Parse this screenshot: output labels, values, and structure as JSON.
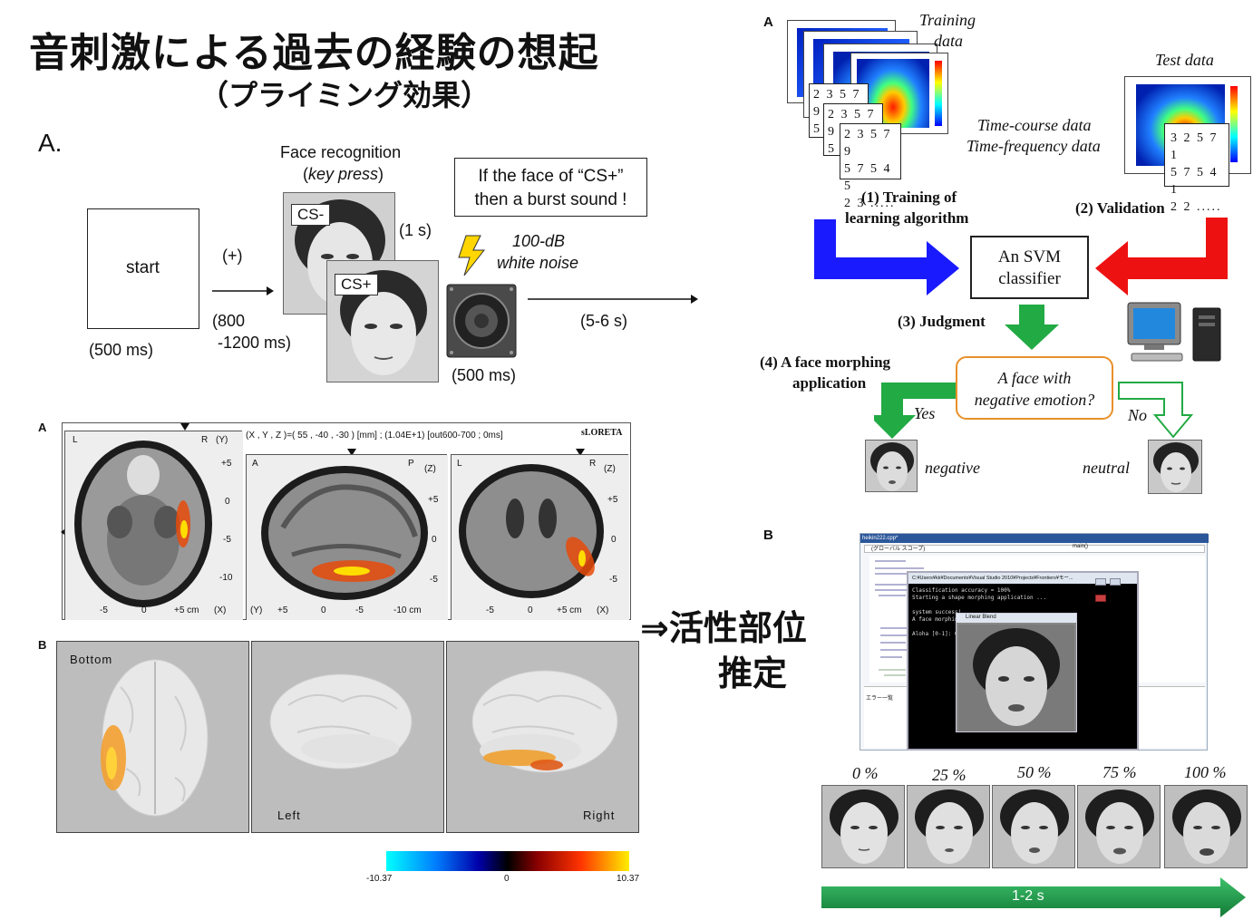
{
  "title": {
    "main": "音刺激による過去の経験の想起",
    "sub": "（プライミング効果）"
  },
  "protocol": {
    "panel_label": "A.",
    "start_label": "start",
    "start_duration": "(500 ms)",
    "fixation": "(+)",
    "interval_a": "(800",
    "interval_b": "-1200 ms)",
    "face_recognition": "Face recognition",
    "key_press_a": "(",
    "key_press_b": "key press",
    "key_press_c": ")",
    "cs_minus": "CS-",
    "cs_plus": "CS+",
    "face_duration": "(1 s)",
    "burst_line1": "If the face of “CS+”",
    "burst_line2": "then a burst sound !",
    "sound_line1": "100-dB",
    "sound_line2": "white noise",
    "sound_duration": "(500 ms)",
    "iti": "(5-6 s)"
  },
  "eeg": {
    "label_a": "A",
    "label_b": "B",
    "header": "(X , Y , Z )=( 55 , -40 , -30 ) [mm] ; (1.04E+1) [out600-700 ; 0ms]",
    "software": "sLORETA",
    "axial": {
      "l": "L",
      "r": "R",
      "axis": "(Y)",
      "ticks": [
        "+5",
        "0",
        "-5",
        "-10"
      ],
      "xticks": [
        "-5",
        "0",
        "+5 cm",
        "(X)"
      ]
    },
    "sagittal": {
      "a": "A",
      "p": "P",
      "axis": "(Z)",
      "ticks": [
        "+5",
        "0",
        "-5"
      ],
      "xticks": [
        "(Y)",
        "+5",
        "0",
        "-5",
        "-10 cm"
      ]
    },
    "coronal": {
      "l": "L",
      "r": "R",
      "axis": "(Z)",
      "ticks": [
        "+5",
        "0",
        "-5"
      ],
      "xticks": [
        "-5",
        "0",
        "+5 cm",
        "(X)"
      ]
    },
    "views": [
      "Bottom",
      "Left",
      "Right"
    ],
    "colorbar": {
      "min": "-10.37",
      "mid": "0",
      "max": "10.37"
    }
  },
  "arrow_text": {
    "line1": "⇒活性部位",
    "line2": "推定"
  },
  "svm": {
    "label_a": "A",
    "label_b": "B",
    "training_data_1": "Training",
    "training_data_2": "data",
    "test_data": "Test data",
    "training_digits": [
      "2 3 5 7 9",
      "5",
      "2 3 5 7 9",
      "5",
      "2 3 5 7 9",
      "5 7 5 4 5",
      "2 3 ....."
    ],
    "test_digits": [
      "3 2 5 7 1",
      "5 7 5 4 1",
      "2 2 ....."
    ],
    "time_course": "Time-course data",
    "time_frequency": "Time-frequency data",
    "step1_line1": "(1) Training of",
    "step1_line2": "learning algorithm",
    "step2": "(2) Validation",
    "classifier_line1": "An SVM",
    "classifier_line2": "classifier",
    "step3": "(3) Judgment",
    "step4_line1": "(4) A face morphing",
    "step4_line2": "application",
    "question_line1": "A face with",
    "question_line2": "negative emotion?",
    "yes": "Yes",
    "no": "No",
    "negative": "negative",
    "neutral": "neutral"
  },
  "screenshot": {
    "tab": "heikin222.cpp*",
    "scope": "(グローバル スコープ)",
    "func": "main()",
    "console_title": "C:¥Users¥kk¥Documents¥Visual Studio 2010¥Projects¥Frontiers¥モー...",
    "console_lines": [
      "Classification accuracy = 100%",
      "Starting a shape morphing application ...",
      "",
      "system success!",
      "A face morphin",
      "",
      "Aloha [0-1]: 0"
    ],
    "blend_title": "Linear Blend",
    "error_list": "エラー一覧"
  },
  "morph": {
    "percents": [
      "0 %",
      "25 %",
      "50 %",
      "75 %",
      "100 %"
    ],
    "duration": "1-2 s"
  },
  "colors": {
    "blue_arrow": "#1a1aff",
    "red_arrow": "#ee1111",
    "green_arrow": "#22aa44",
    "orange_box": "#e8902a",
    "morph_bar": "#1f9d4a"
  }
}
